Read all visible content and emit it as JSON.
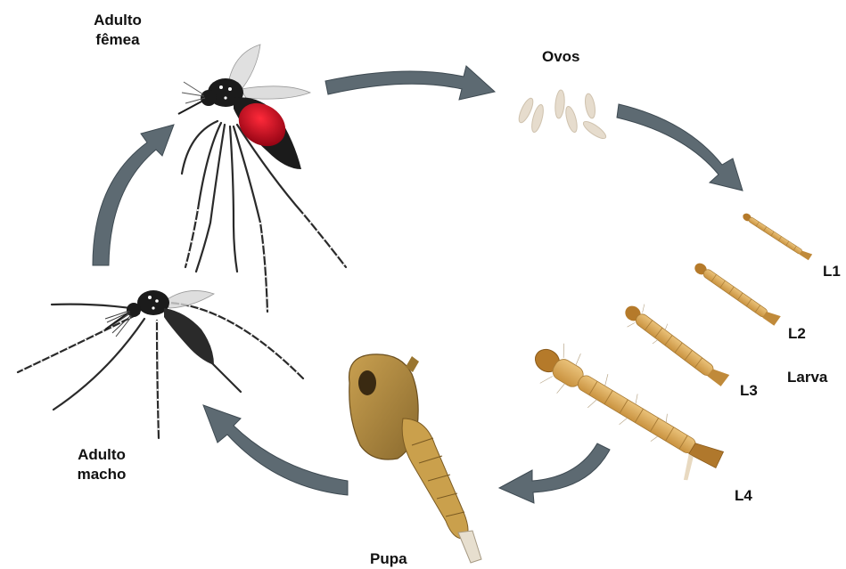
{
  "labels": {
    "adult_female_line1": "Adulto",
    "adult_female_line2": "fêmea",
    "eggs": "Ovos",
    "l1": "L1",
    "l2": "L2",
    "l3": "L3",
    "l4": "L4",
    "larva": "Larva",
    "pupa": "Pupa",
    "adult_male_line1": "Adulto",
    "adult_male_line2": "macho"
  },
  "colors": {
    "arrow": "#5d6a72",
    "arrow_edge": "#3e4a52",
    "blood": "#c8101c",
    "larva_body": "#d8a95a",
    "larva_head": "#b57a2a",
    "pupa_body": "#b88935",
    "mosquito_body": "#1b1b1b",
    "egg": "#e6dccd"
  }
}
